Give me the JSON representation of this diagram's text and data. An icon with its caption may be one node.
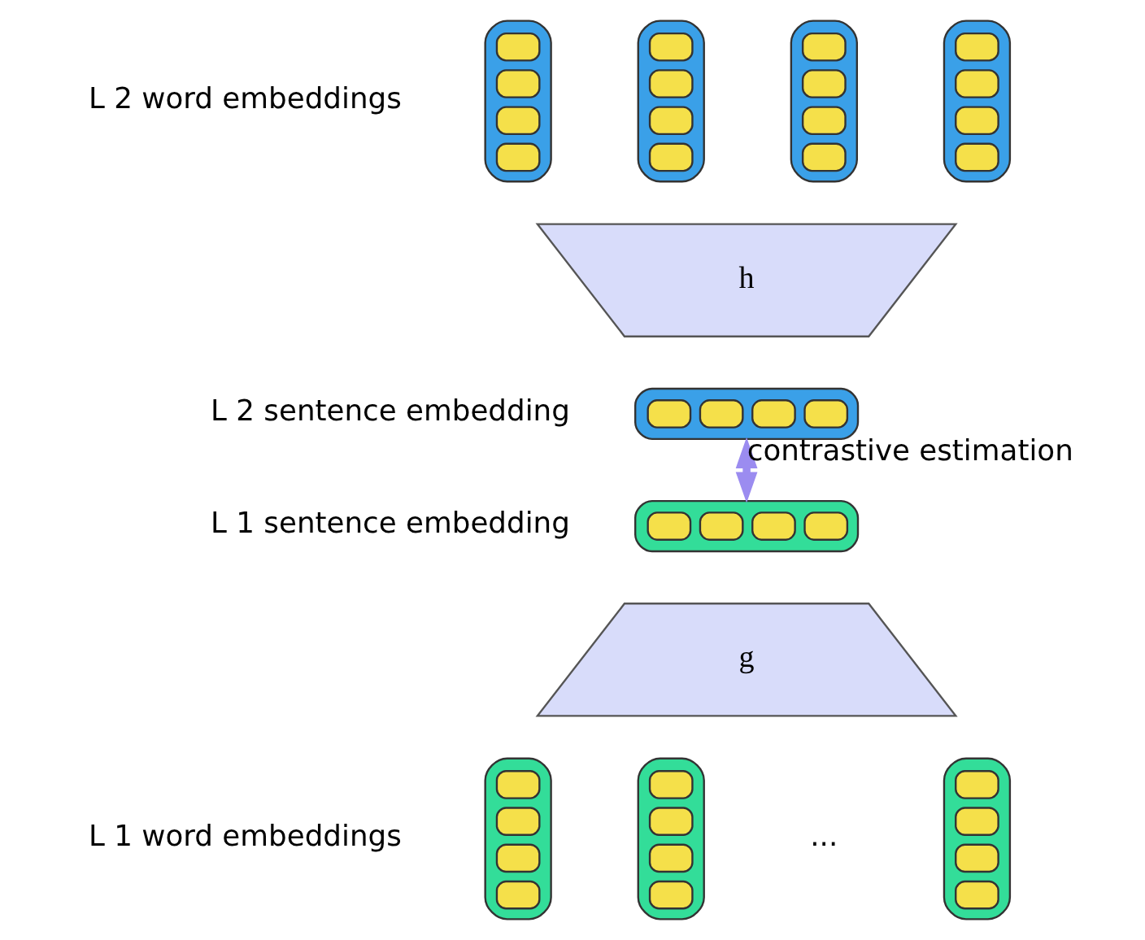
{
  "diagram": {
    "nodes": [
      {
        "text": [],
        "shape": "bar"
      },
      {
        "text": [],
        "shape": "bar"
      },
      {
        "text": [],
        "shape": "bar"
      },
      {
        "text": [],
        "shape": "bar"
      },
      {
        "text": [
          "h"
        ]
      },
      {
        "text": [],
        "shape": "bar"
      },
      {
        "text": [],
        "shape": "bar"
      },
      {
        "text": [
          "g"
        ]
      },
      {
        "text": [],
        "shape": "bar"
      },
      {
        "text": [],
        "shape": "bar"
      },
      {
        "text": [],
        "shape": "bar"
      }
    ],
    "edges": [
      {
        "from": 5,
        "to": 6,
        "arrow": "both",
        "label": "contrastive estimation"
      }
    ],
    "labels": [
      "L 2 word embeddings",
      "L 2 sentence embedding",
      "L 1 sentence embedding",
      "L 1 word embeddings",
      "..."
    ]
  }
}
